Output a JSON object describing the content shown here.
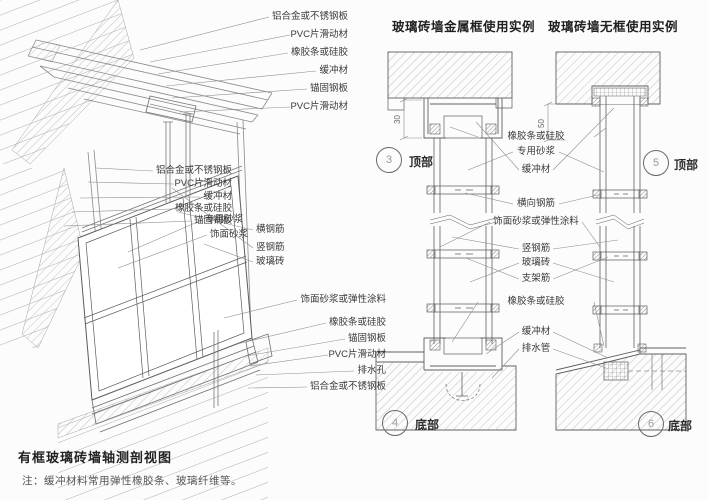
{
  "axon": {
    "title": "有框玻璃砖墙轴测剖视图",
    "note": "注：缓冲材料常用弹性橡胶条、玻璃纤维等。",
    "labels_top": [
      "铝合金或不锈钢板",
      "PVC片滑动材",
      "橡胶条或硅胶",
      "缓冲材",
      "锚固钢板",
      "PVC片滑动材"
    ],
    "labels_jamb": [
      "铝合金或不锈钢板",
      "PVC片滑动材",
      "缓冲材",
      "橡胶条或硅胶",
      "锚固钢板"
    ],
    "labels_mortar": [
      "专用砂浆",
      "饰面砂浆"
    ],
    "labels_rebar": [
      "横钢筋",
      "竖钢筋",
      "玻璃砖"
    ],
    "labels_sill": [
      "饰面砂浆或弹性涂料",
      "橡胶条或硅胶",
      "锚固钢板",
      "PVC片滑动材",
      "排水孔",
      "铝合金或不锈钢板"
    ]
  },
  "sections": {
    "metal": {
      "header": "玻璃砖墙金属框使用实例",
      "dim": "30",
      "top_num": "3",
      "top_label": "顶部",
      "bottom_num": "4",
      "bottom_label": "底部"
    },
    "frameless": {
      "header": "玻璃砖墙无框使用实例",
      "dim": "50",
      "top_num": "5",
      "top_label": "顶部",
      "bottom_num": "6",
      "bottom_label": "底部"
    },
    "labels": [
      "橡胶条或硅胶",
      "专用砂浆",
      "缓冲材",
      "横向钢筋",
      "饰面砂浆或弹性涂料",
      "竖钢筋",
      "玻璃砖",
      "支架筋",
      "橡胶条或硅胶",
      "缓冲材",
      "排水管"
    ]
  },
  "colors": {
    "ink": "#4a4a4a",
    "faint": "#8f8f8f",
    "hatch": "#b0b0b0"
  }
}
